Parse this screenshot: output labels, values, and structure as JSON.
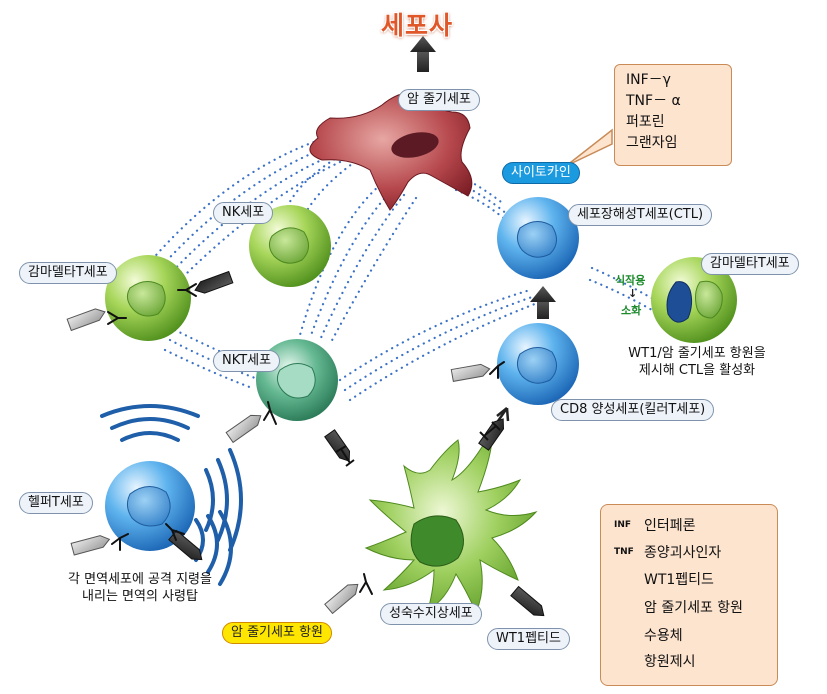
{
  "title": "세포사",
  "cells": {
    "dendritic": "암 줄기세포",
    "nk": "NK세포",
    "gamma_delta_left": "감마델타T세포",
    "nkt": "NKT세포",
    "ctl": "세포장해성T세포(CTL)",
    "gamma_delta_right": "감마델타T세포",
    "cd8": "CD8 양성세포(킬러T세포)",
    "helper": "헬퍼T세포",
    "dc": "성숙수지상세포"
  },
  "cytokine": {
    "label": "사이토카인",
    "items": [
      "INF－γ",
      "TNF－ α",
      "퍼포린",
      "그랜자임"
    ]
  },
  "phagocytosis": {
    "top": "식작용",
    "arrow": "↓",
    "bottom": "소화"
  },
  "notes": {
    "gamma_delta": [
      "WT1/암 줄기세포 항원을",
      "제시해 CTL을 활성화"
    ],
    "helper": [
      "각 면역세포에 공격 지령을",
      "내리는 면역의 사령탑"
    ]
  },
  "antigen_label": "암 줄기세포 항원",
  "wt1_label": "WT1펩티드",
  "legend": [
    {
      "key": "INF",
      "text": "인터페론"
    },
    {
      "key": "TNF",
      "text": "종양괴사인자"
    },
    {
      "key": "",
      "icon": "wt1-peptide-icon",
      "text": "WT1펩티드"
    },
    {
      "key": "",
      "icon": "antigen-icon",
      "text": "암 줄기세포 항원"
    },
    {
      "key": "",
      "icon": "receptor-icon",
      "text": "수용체"
    },
    {
      "key": "",
      "icon": "presentation-icon",
      "text": "항원제시"
    }
  ],
  "colors": {
    "title": "#e0572a",
    "cytokine_badge": "#1b9ae0",
    "antigen_badge": "#ffe600",
    "box_fill": "#fde4cf",
    "green_cell": "#7cc043",
    "blue_cell": "#2f8fd8",
    "teal_cell": "#3ea07a",
    "cancer_cell": "#a8323a"
  }
}
